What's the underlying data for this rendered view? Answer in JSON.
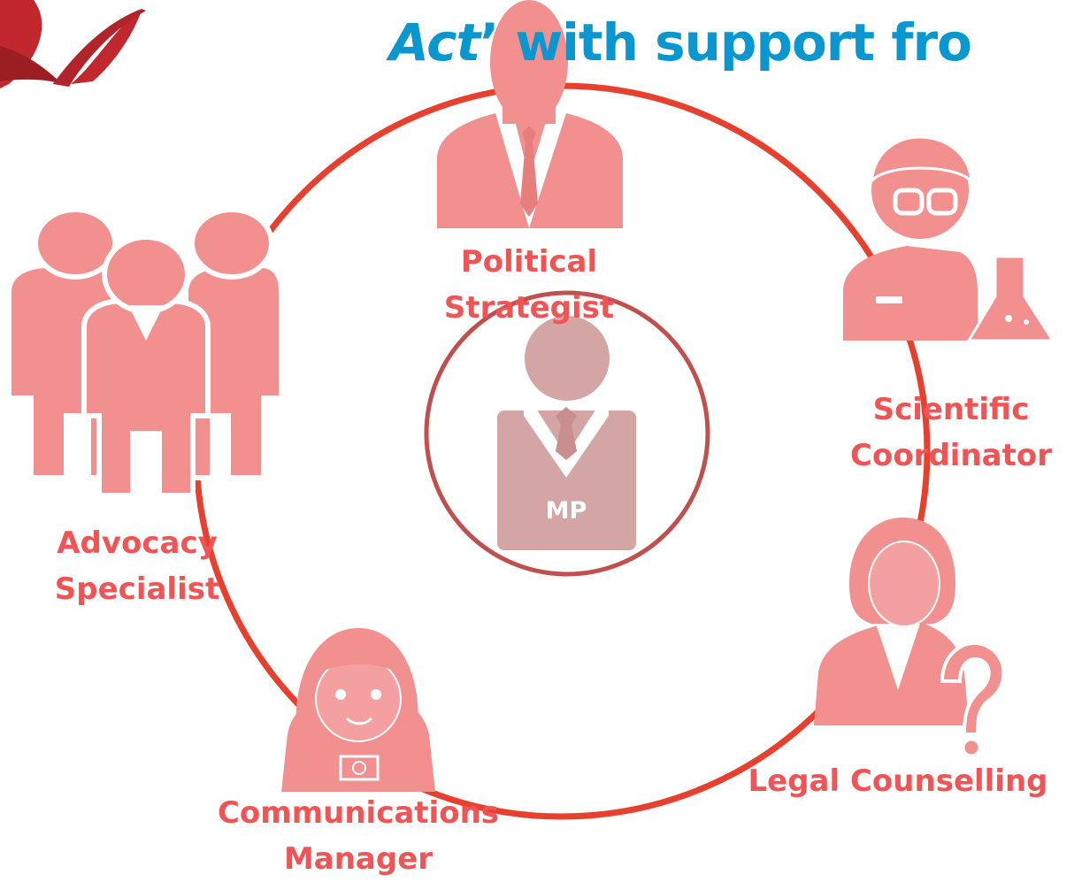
{
  "title": {
    "part1": "Act",
    "part2": "’ with support fro"
  },
  "center": {
    "label": "MP"
  },
  "roles": [
    {
      "line1": "Political",
      "line2": "Strategist"
    },
    {
      "line1": "Scientific",
      "line2": "Coordinator"
    },
    {
      "line1": "Legal Counselling",
      "line2": ""
    },
    {
      "line1": "Communications",
      "line2": "Manager"
    },
    {
      "line1": "Advocacy",
      "line2": "Specialist"
    }
  ],
  "colors": {
    "title": "#0a97cf",
    "ring": "#e8402e",
    "inner_ring": "#c0504d",
    "figure": "#f28f8f",
    "mp_figure": "#d4a5a5",
    "label": "#f05454",
    "logo": "#c0282d"
  }
}
